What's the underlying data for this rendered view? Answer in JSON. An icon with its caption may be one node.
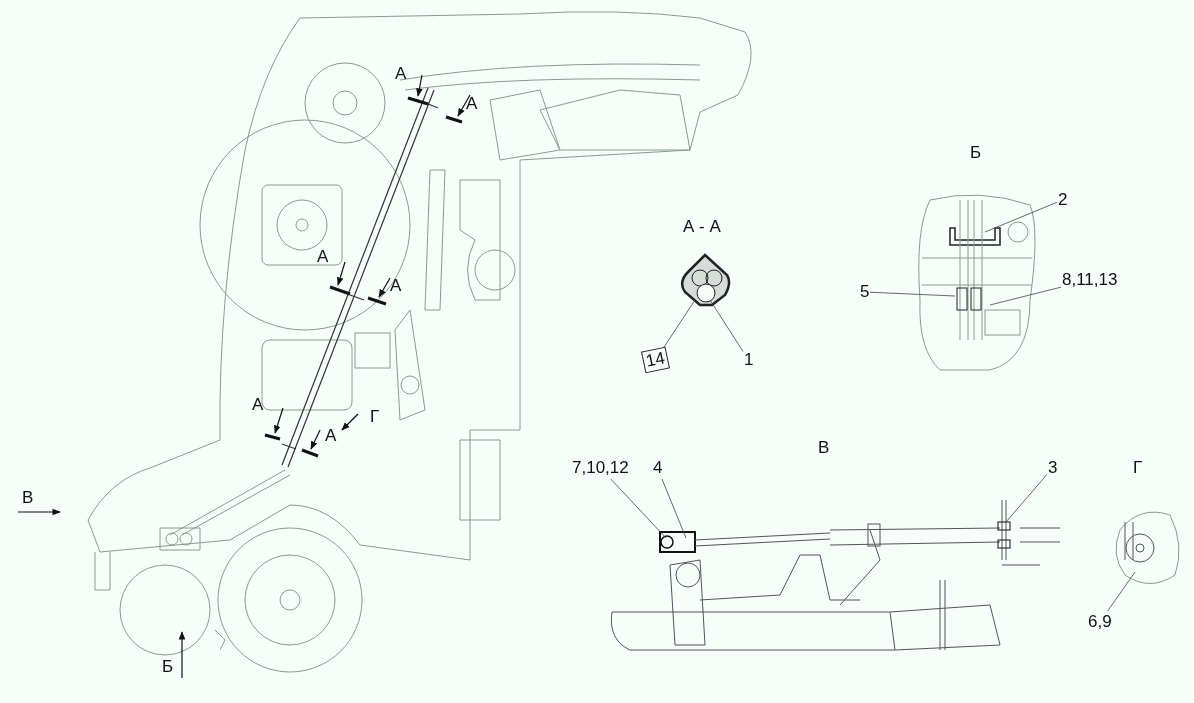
{
  "diagram": {
    "nodes": [
      {
        "text": [
          "2"
        ]
      },
      {
        "text": [
          "8,11,13"
        ]
      },
      {
        "text": [
          "5"
        ]
      },
      {
        "text": [
          "14"
        ]
      },
      {
        "text": [
          "1"
        ]
      },
      {
        "text": [
          "7,10,12"
        ]
      },
      {
        "text": [
          "4"
        ]
      },
      {
        "text": [
          "3"
        ]
      },
      {
        "text": [
          "6,9"
        ]
      }
    ],
    "edges": [
      {
        "from": 0,
        "to": null,
        "arrow": "none"
      },
      {
        "from": 1,
        "to": null,
        "arrow": "none"
      },
      {
        "from": 2,
        "to": null,
        "arrow": "none"
      },
      {
        "from": 3,
        "to": null,
        "arrow": "none"
      },
      {
        "from": 4,
        "to": null,
        "arrow": "none"
      },
      {
        "from": 5,
        "to": null,
        "arrow": "none"
      },
      {
        "from": 6,
        "to": null,
        "arrow": "none"
      },
      {
        "from": 7,
        "to": null,
        "arrow": "none"
      },
      {
        "from": 8,
        "to": null,
        "arrow": "none"
      }
    ],
    "labels": [
      "А",
      "А",
      "Б",
      "А - А",
      "А",
      "А",
      "А",
      "Г",
      "А",
      "В",
      "Г",
      "В",
      "Б"
    ]
  }
}
